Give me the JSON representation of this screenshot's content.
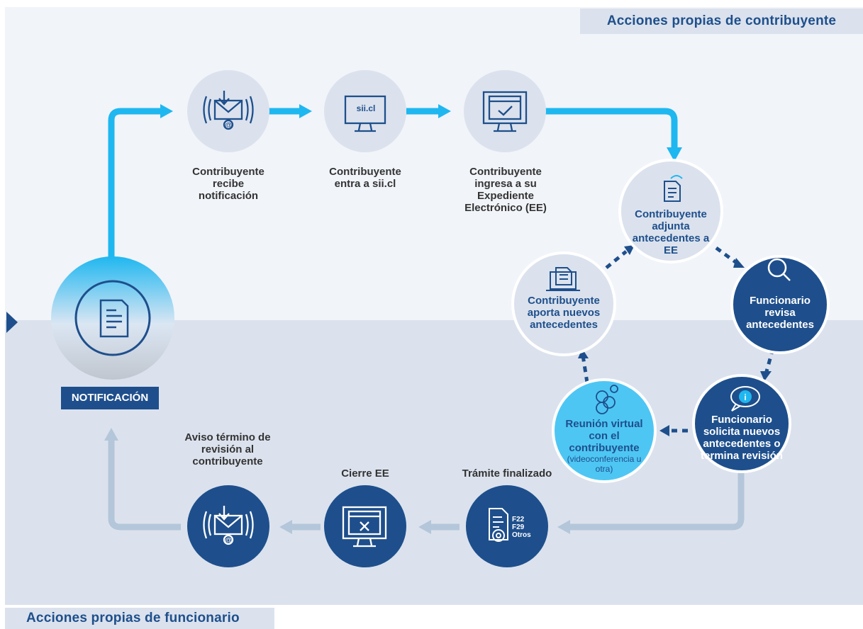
{
  "headers": {
    "top": "Acciones propias de contribuyente",
    "bottom": "Acciones propias de funcionario"
  },
  "notification": {
    "badge": "NOTIFICACIÓN"
  },
  "top_steps": [
    {
      "label": "Contribuyente recibe notificación"
    },
    {
      "label": "Contribuyente entra a sii.cl",
      "icon_text": "sii.cl"
    },
    {
      "label": "Contribuyente ingresa a su Expediente Electrónico (EE)"
    }
  ],
  "cycle": {
    "attach": "Contribuyente adjunta antecedentes a EE",
    "review": "Funcionario revisa antecedentes",
    "request": "Funcionario solicita nuevos antecedentes o termina revisión",
    "meeting": "Reunión virtual con el contribuyente",
    "meeting_note": "(videoconferencia u otra)",
    "provide": "Contribuyente aporta nuevos antecedentes"
  },
  "bottom_steps": [
    {
      "label": "Trámite finalizado",
      "icon_lines": [
        "F22",
        "F29",
        "Otros"
      ]
    },
    {
      "label": "Cierre EE"
    },
    {
      "label": "Aviso término de revisión al contribuyente"
    }
  ],
  "colors": {
    "navy": "#1e4f8c",
    "cyan": "#1fb7f0",
    "light_circle": "#dbe2ed",
    "pale_arrow": "#b4c6da"
  }
}
